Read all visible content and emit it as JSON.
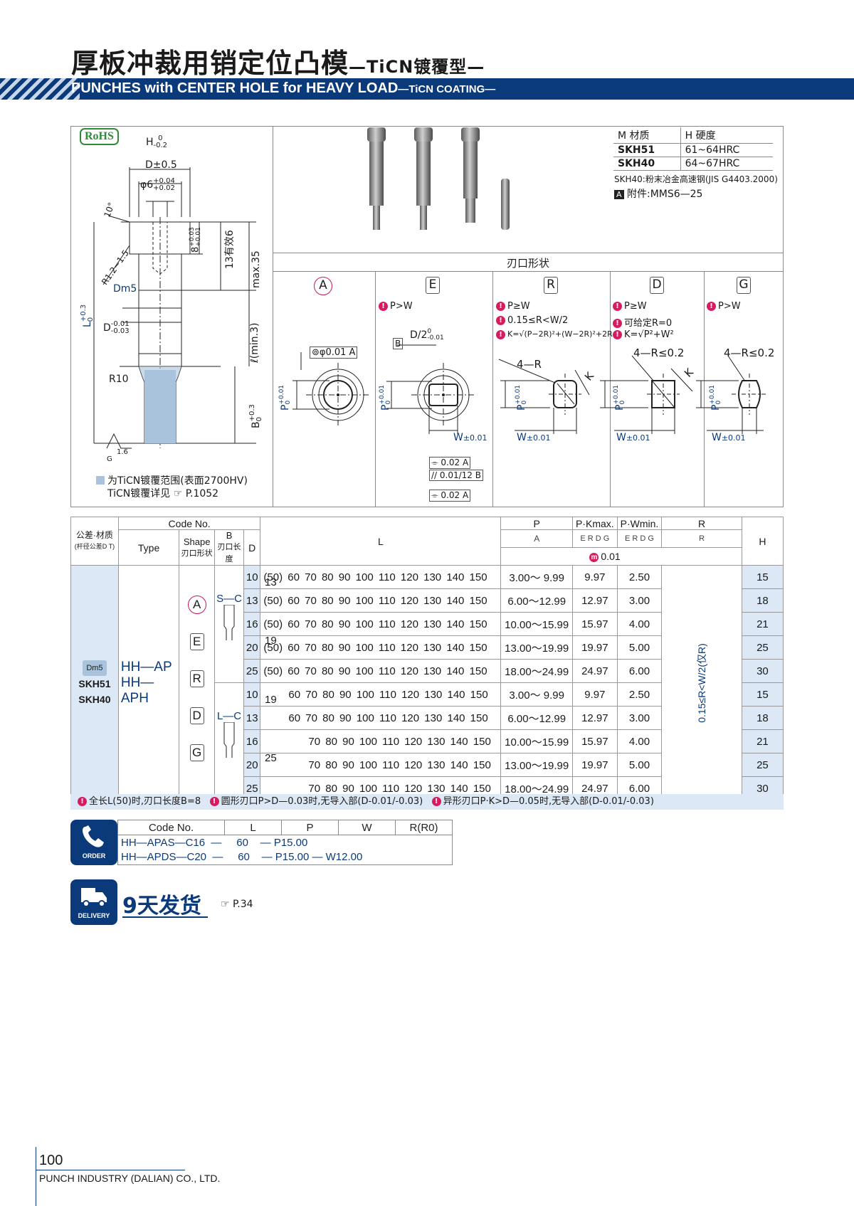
{
  "title": {
    "main": "厚板冲裁用销定位凸模",
    "suffix": "—TiCN镀覆型—"
  },
  "band": {
    "main": "PUNCHES with CENTER HOLE for HEAVY LOAD",
    "suffix": "—TiCN COATING—"
  },
  "rohs": "RoHS",
  "drawing": {
    "H": "H",
    "H_tol_top": "0",
    "H_tol_bot": "-0.2",
    "D_tol": "D±0.5",
    "phi6": "φ6",
    "phi6_tol_top": "+0.04",
    "phi6_tol_bot": "+0.02",
    "angle": "10°",
    "head8": "8",
    "head8_tol_top": "+0.03",
    "head8_tol_bot": "+0.01",
    "eff13": "13有效6",
    "max35": "max.35",
    "r12": "R1.2~1.5",
    "dm5": "Dm5",
    "L": "L",
    "L_tol_top": "+0.3",
    "L_tol_bot": "0",
    "D": "D",
    "D_tol_top": "-0.01",
    "D_tol_bot": "-0.03",
    "lmin": "ℓ(min.3)",
    "r10": "R10",
    "B": "B",
    "B_tol_top": "+0.3",
    "B_tol_bot": "0",
    "rough": "1.6",
    "G": "G",
    "legend1": "为TiCN镀覆范围(表面2700HV)",
    "legend2": "TiCN镀覆详见",
    "legend_page": "P.1052"
  },
  "material": {
    "headers": [
      "M 材质",
      "H 硬度"
    ],
    "rows": [
      [
        "SKH51",
        "61~64HRC"
      ],
      [
        "SKH40",
        "64~67HRC"
      ]
    ],
    "note": "SKH40:粉末冶金高速钢(JIS G4403.2000)",
    "accessory": "附件:MMS6—25",
    "accessory_mark": "A"
  },
  "blade_title": "刃口形状",
  "shapes": [
    {
      "letter": "A",
      "notes": []
    },
    {
      "letter": "E",
      "notes": [
        "P>W"
      ]
    },
    {
      "letter": "R",
      "notes": [
        "P≥W",
        "0.15≤R<W/2",
        "K=√(P−2R)²+(W−2R)²+2R"
      ]
    },
    {
      "letter": "D",
      "notes": [
        "P≥W",
        "可给定R=0",
        "K=√P²+W²"
      ]
    },
    {
      "letter": "G",
      "notes": [
        "P>W"
      ]
    }
  ],
  "shape_dims": {
    "a_tol": "⊚φ0.01 A",
    "e_d2": "D/2",
    "e_d2_top": "0",
    "e_d2_bot": "-0.01",
    "e_b": "B",
    "p_tol": "P",
    "p_tol_top": "+0.01",
    "p_tol_bot": "0",
    "w": "W",
    "w_tol": "±0.01",
    "r_4r": "4—R",
    "k": "K",
    "d_4r": "4—R≤0.2",
    "g_4r": "4—R≤0.2",
    "tol_box1": "⌯ 0.02 A",
    "tol_box2": "// 0.01/12 B",
    "tol_box3": "⌯ 0.02 A"
  },
  "table": {
    "head": {
      "material": "公差·材质",
      "material_sub": "(杆径公差D T)",
      "code_no": "Code No.",
      "type": "Type",
      "shape": "Shape",
      "shape_cn": "刃口形状",
      "b": "B",
      "b_cn": "刃口长度",
      "d": "D",
      "l": "L",
      "p": "P",
      "p_sub": "A",
      "pk": "P·Kmax.",
      "pk_sub": "E R D G",
      "pw": "P·Wmin.",
      "pw_sub": "",
      "r": "R",
      "r_sub": "R",
      "h": "H",
      "tol": "0.01",
      "tol_mark": "m"
    },
    "material_label": "Dm5",
    "materials": [
      "SKH51",
      "SKH40"
    ],
    "types": [
      "HH—AP",
      "HH—APH"
    ],
    "shape_letters": [
      "A",
      "E",
      "R",
      "D",
      "G"
    ],
    "sc": "S—C",
    "lc": "L—C",
    "r_range": "0.15≤R<W/2(仅R)",
    "rows": [
      {
        "b": "13",
        "d": "10",
        "l": "(50)  60  70  80  90  100  110  120  130  140  150",
        "p": "3.00～ 9.99",
        "pk": "9.97",
        "pw": "2.50",
        "h": "15"
      },
      {
        "b": "",
        "d": "13",
        "l": "(50)  60  70  80  90  100  110  120  130  140  150",
        "p": "6.00～12.99",
        "pk": "12.97",
        "pw": "3.00",
        "h": "18"
      },
      {
        "b": "19",
        "d": "16",
        "l": "(50)  60  70  80  90  100  110  120  130  140  150",
        "p": "10.00～15.99",
        "pk": "15.97",
        "pw": "4.00",
        "h": "21"
      },
      {
        "b": "",
        "d": "20",
        "l": "(50)  60  70  80  90  100  110  120  130  140  150",
        "p": "13.00～19.99",
        "pk": "19.97",
        "pw": "5.00",
        "h": "25"
      },
      {
        "b": "",
        "d": "25",
        "l": "(50)  60  70  80  90  100  110  120  130  140  150",
        "p": "18.00～24.99",
        "pk": "24.97",
        "pw": "6.00",
        "h": "30"
      },
      {
        "b": "19",
        "d": "10",
        "l": "60  70  80  90  100  110  120  130  140  150",
        "p": "3.00～ 9.99",
        "pk": "9.97",
        "pw": "2.50",
        "h": "15"
      },
      {
        "b": "",
        "d": "13",
        "l": "60  70  80  90  100  110  120  130  140  150",
        "p": "6.00～12.99",
        "pk": "12.97",
        "pw": "3.00",
        "h": "18"
      },
      {
        "b": "25",
        "d": "16",
        "l": "70  80  90  100  110  120  130  140  150",
        "p": "10.00～15.99",
        "pk": "15.97",
        "pw": "4.00",
        "h": "21"
      },
      {
        "b": "",
        "d": "20",
        "l": "70  80  90  100  110  120  130  140  150",
        "p": "13.00～19.99",
        "pk": "19.97",
        "pw": "5.00",
        "h": "25"
      },
      {
        "b": "",
        "d": "25",
        "l": "70  80  90  100  110  120  130  140  150",
        "p": "18.00～24.99",
        "pk": "24.97",
        "pw": "6.00",
        "h": "30"
      }
    ],
    "notes": [
      "全长L(50)时,刃口长度B=8",
      "圆形刃口P>D—0.03时,无导入部(D-0.01/-0.03)",
      "异形刃口P·K>D—0.05时,无导入部(D-0.01/-0.03)"
    ]
  },
  "order": {
    "label": "ORDER",
    "headers": [
      "Code No.",
      "L",
      "P",
      "W",
      "R(R0)"
    ],
    "rows": [
      {
        "code": "HH—APAS—C16",
        "l": "60",
        "p": "P15.00",
        "w": "",
        "r": ""
      },
      {
        "code": "HH—APDS—C20",
        "l": "60",
        "p": "P15.00",
        "w": "W12.00",
        "r": ""
      }
    ]
  },
  "delivery": {
    "label": "DELIVERY",
    "days": "9天发货",
    "ref": "P.34"
  },
  "footer": {
    "page": "100",
    "company": "PUNCH INDUSTRY (DALIAN) CO., LTD."
  }
}
